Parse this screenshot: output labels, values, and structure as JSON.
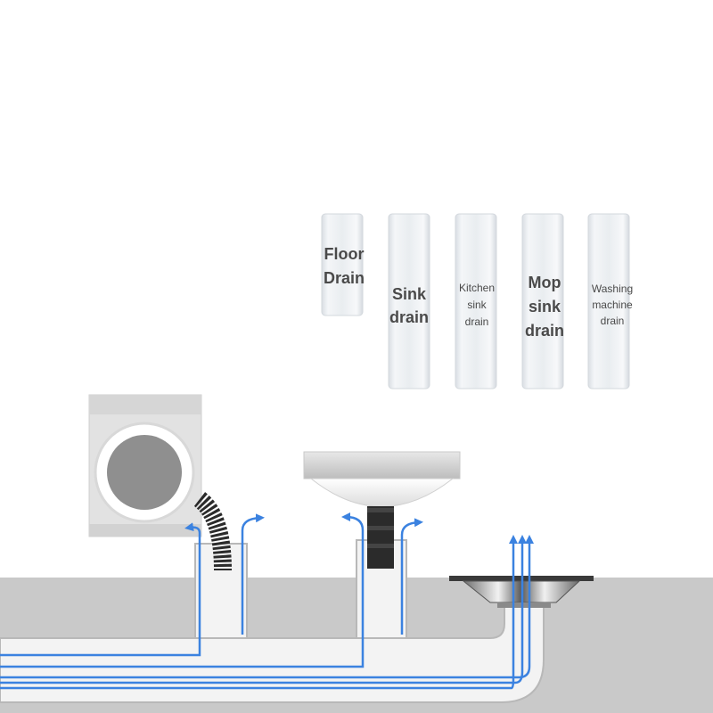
{
  "labels": [
    {
      "id": "floor",
      "lines": [
        "Floor",
        "Drain"
      ]
    },
    {
      "id": "sink",
      "lines": [
        "Sink",
        "drain"
      ]
    },
    {
      "id": "kitchen",
      "lines": [
        "Kitchen",
        "sink",
        "drain"
      ]
    },
    {
      "id": "mop",
      "lines": [
        "Mop",
        "sink",
        "drain"
      ]
    },
    {
      "id": "washing",
      "lines": [
        "Washing",
        "machine",
        "drain"
      ]
    }
  ],
  "colors": {
    "floor_slab": "#c9c9c9",
    "pipe_fill": "#f3f3f3",
    "pipe_edge": "#b8b8b8",
    "flow_line": "#3b82e0",
    "hose": "#2b2b2b",
    "label_tube": "#e6eaee",
    "label_text": "#4a4a4a"
  }
}
